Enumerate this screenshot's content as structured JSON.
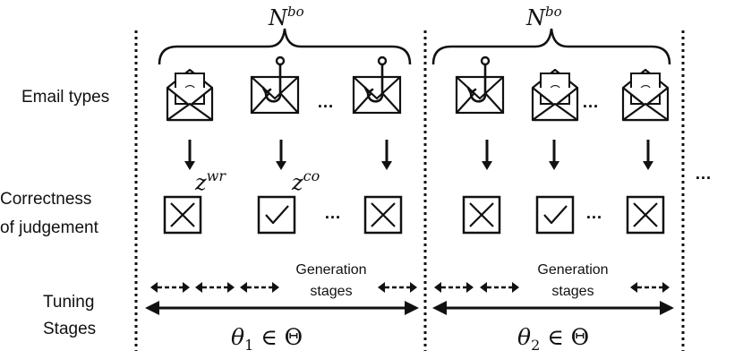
{
  "row_labels": {
    "email_types": "Email types",
    "correctness_line1": "Correctness",
    "correctness_line2": "of judgement",
    "tuning_line1": "Tuning",
    "tuning_line2": "Stages"
  },
  "brace_label": "N",
  "brace_label_sup": "bo",
  "z_wrong": "z",
  "z_wrong_sup": "wr",
  "z_correct": "z",
  "z_correct_sup": "co",
  "ellipsis": "…",
  "generation_line1": "Generation",
  "generation_line2": "stages",
  "theta1_sym": "θ",
  "theta1_sub": "1",
  "theta1_rest": " ∈ Θ",
  "theta2_sym": "θ",
  "theta2_sub": "2",
  "theta2_rest": " ∈ Θ",
  "stages": [
    {
      "emails": [
        "open-envelope-at-icon",
        "phishing-envelope-icon",
        "phishing-envelope-icon"
      ],
      "judgements": [
        "wrong",
        "correct",
        "wrong"
      ]
    },
    {
      "emails": [
        "phishing-envelope-icon",
        "open-envelope-at-icon",
        "open-envelope-at-icon"
      ],
      "judgements": [
        "wrong",
        "correct",
        "wrong"
      ]
    }
  ],
  "colors": {
    "ink": "#111111",
    "background": "#ffffff"
  }
}
